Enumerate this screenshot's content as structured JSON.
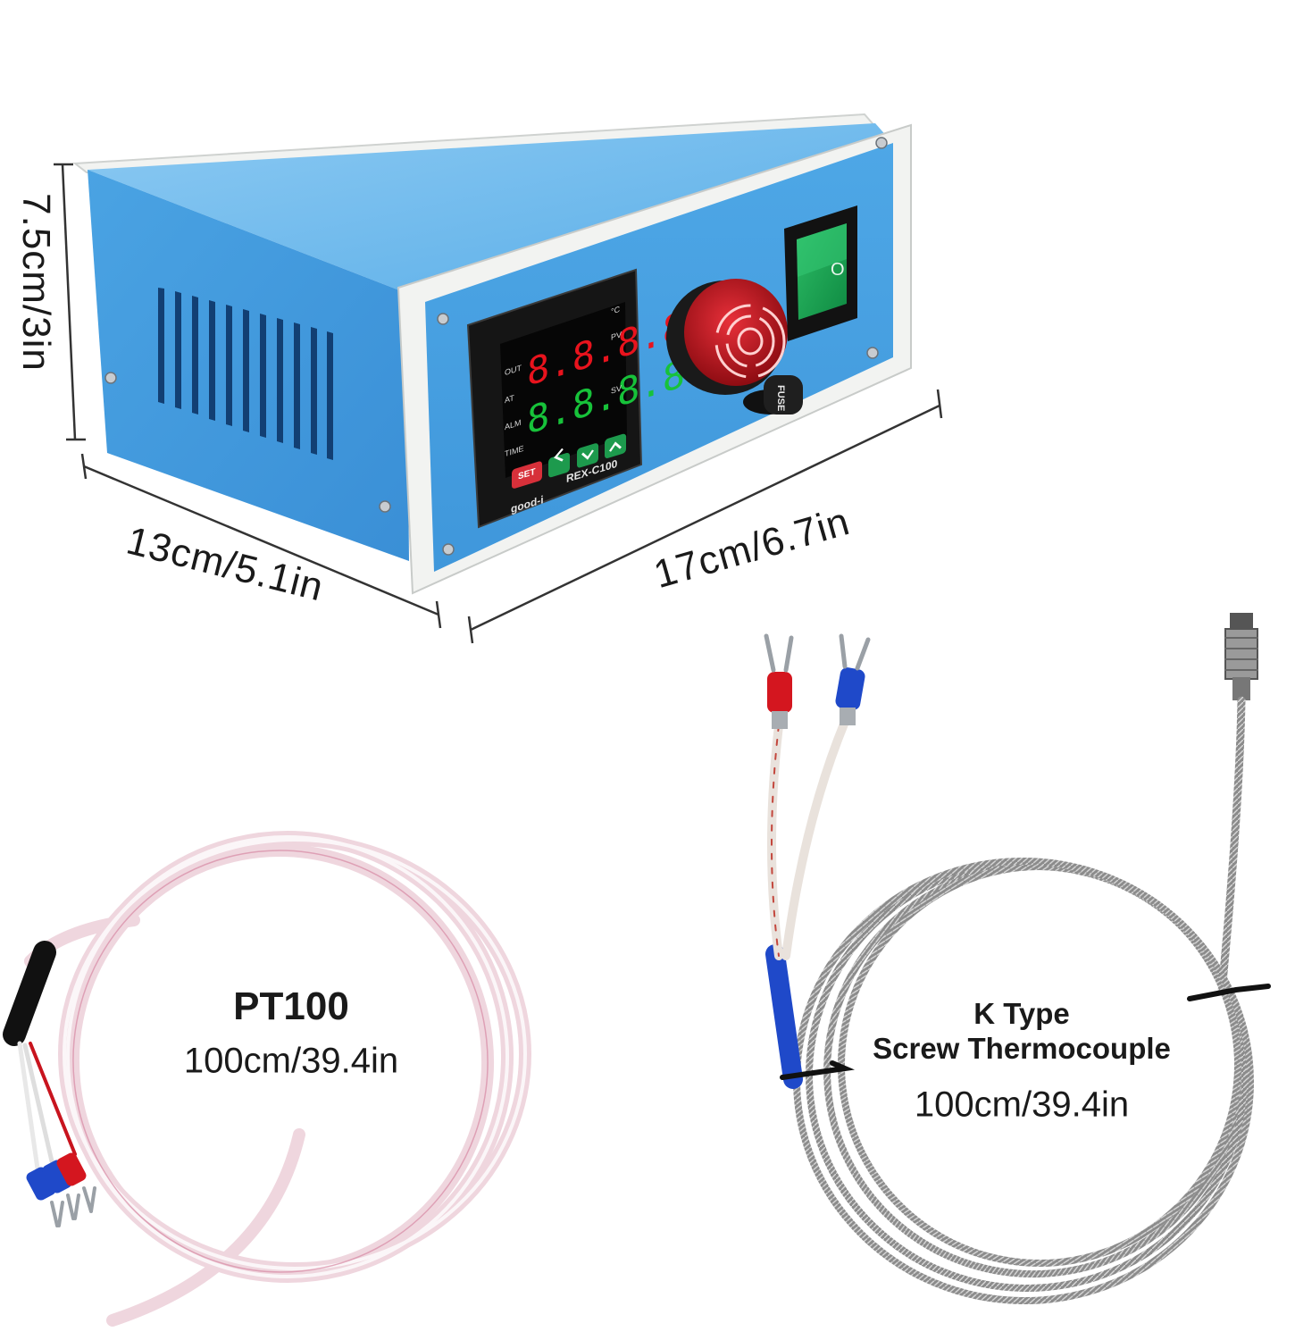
{
  "dimensions": {
    "height": "7.5cm/3in",
    "depth": "13cm/5.1in",
    "width": "17cm/6.7in"
  },
  "controller": {
    "unit": "°C",
    "pv_label": "PV",
    "sv_label": "SV",
    "pv_digits": "8.8.8.8.",
    "sv_digits": "8.8.8.8.",
    "indicator_out": "OUT",
    "indicator_at": "AT",
    "indicator_alm": "ALM",
    "indicator_time": "TIME",
    "set_button": "SET",
    "model": "REX-C100",
    "brand": "good-i"
  },
  "fuse_label": "FUSE",
  "switch_mark": "O",
  "pt100": {
    "name": "PT100",
    "length": "100cm/39.4in"
  },
  "k_type": {
    "name_line1": "K Type",
    "name_line2": "Screw Thermocouple",
    "length": "100cm/39.4in"
  },
  "colors": {
    "box_blue": "#4fa6e4",
    "box_top": "#6ab8ee",
    "panel_white": "#f2f3f1",
    "switch_green": "#18a050",
    "buzzer_red": "#c8141e",
    "terminal_red": "#d4161f",
    "terminal_blue": "#1f49c9"
  }
}
